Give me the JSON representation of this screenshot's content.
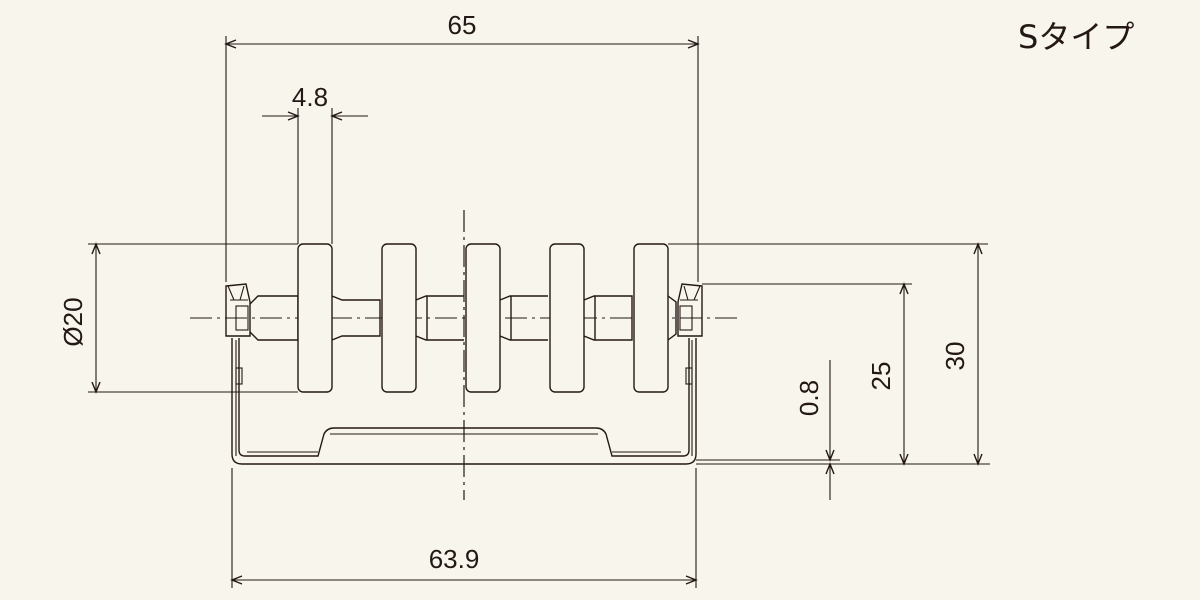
{
  "title": "Sタイプ",
  "dimensions": {
    "overall_width": "65",
    "wheel_width": "4.8",
    "wheel_diameter": "Ø20",
    "bottom_width": "63.9",
    "plate_thickness": "0.8",
    "axle_height": "25",
    "overall_height": "30"
  },
  "colors": {
    "background": "#f8f5ec",
    "line": "#231815"
  }
}
